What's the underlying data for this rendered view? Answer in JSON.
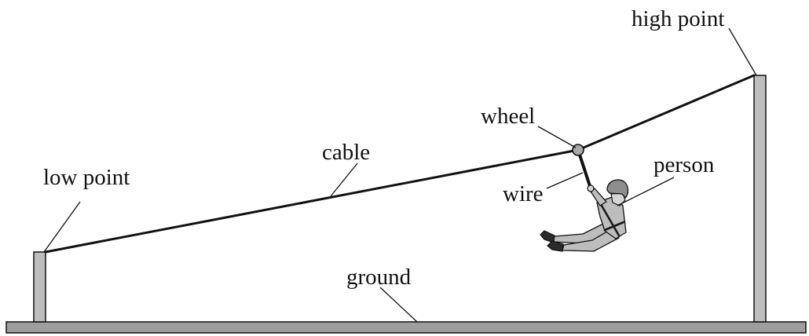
{
  "labels": {
    "high_point": "high point",
    "low_point": "low point",
    "wheel": "wheel",
    "cable": "cable",
    "person": "person",
    "wire": "wire",
    "ground": "ground"
  },
  "colors": {
    "post": "#bdbdbd",
    "ground": "#9e9e9e",
    "wheel": "#a9a9a9",
    "line": "#111111"
  }
}
